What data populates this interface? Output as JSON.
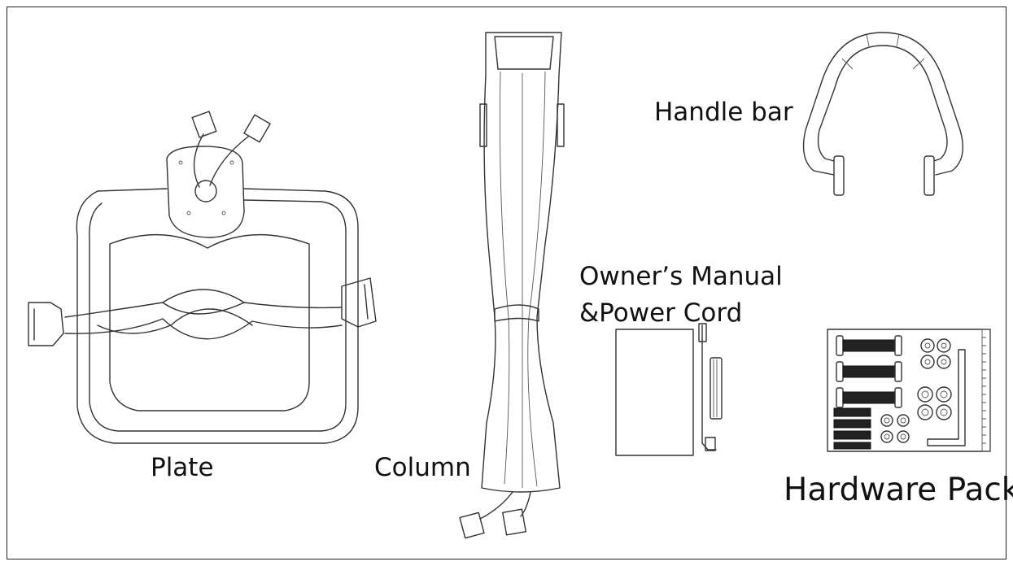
{
  "labels": {
    "handle_bar": "Handle bar",
    "plate": "Plate",
    "column": "Column",
    "manual_line1": "Owner’s Manual",
    "manual_line2": "&Power Cord",
    "hardware_pack": "Hardware Pack"
  },
  "colors": {
    "line": "#333333",
    "border": "#222222",
    "background": "#ffffff"
  }
}
